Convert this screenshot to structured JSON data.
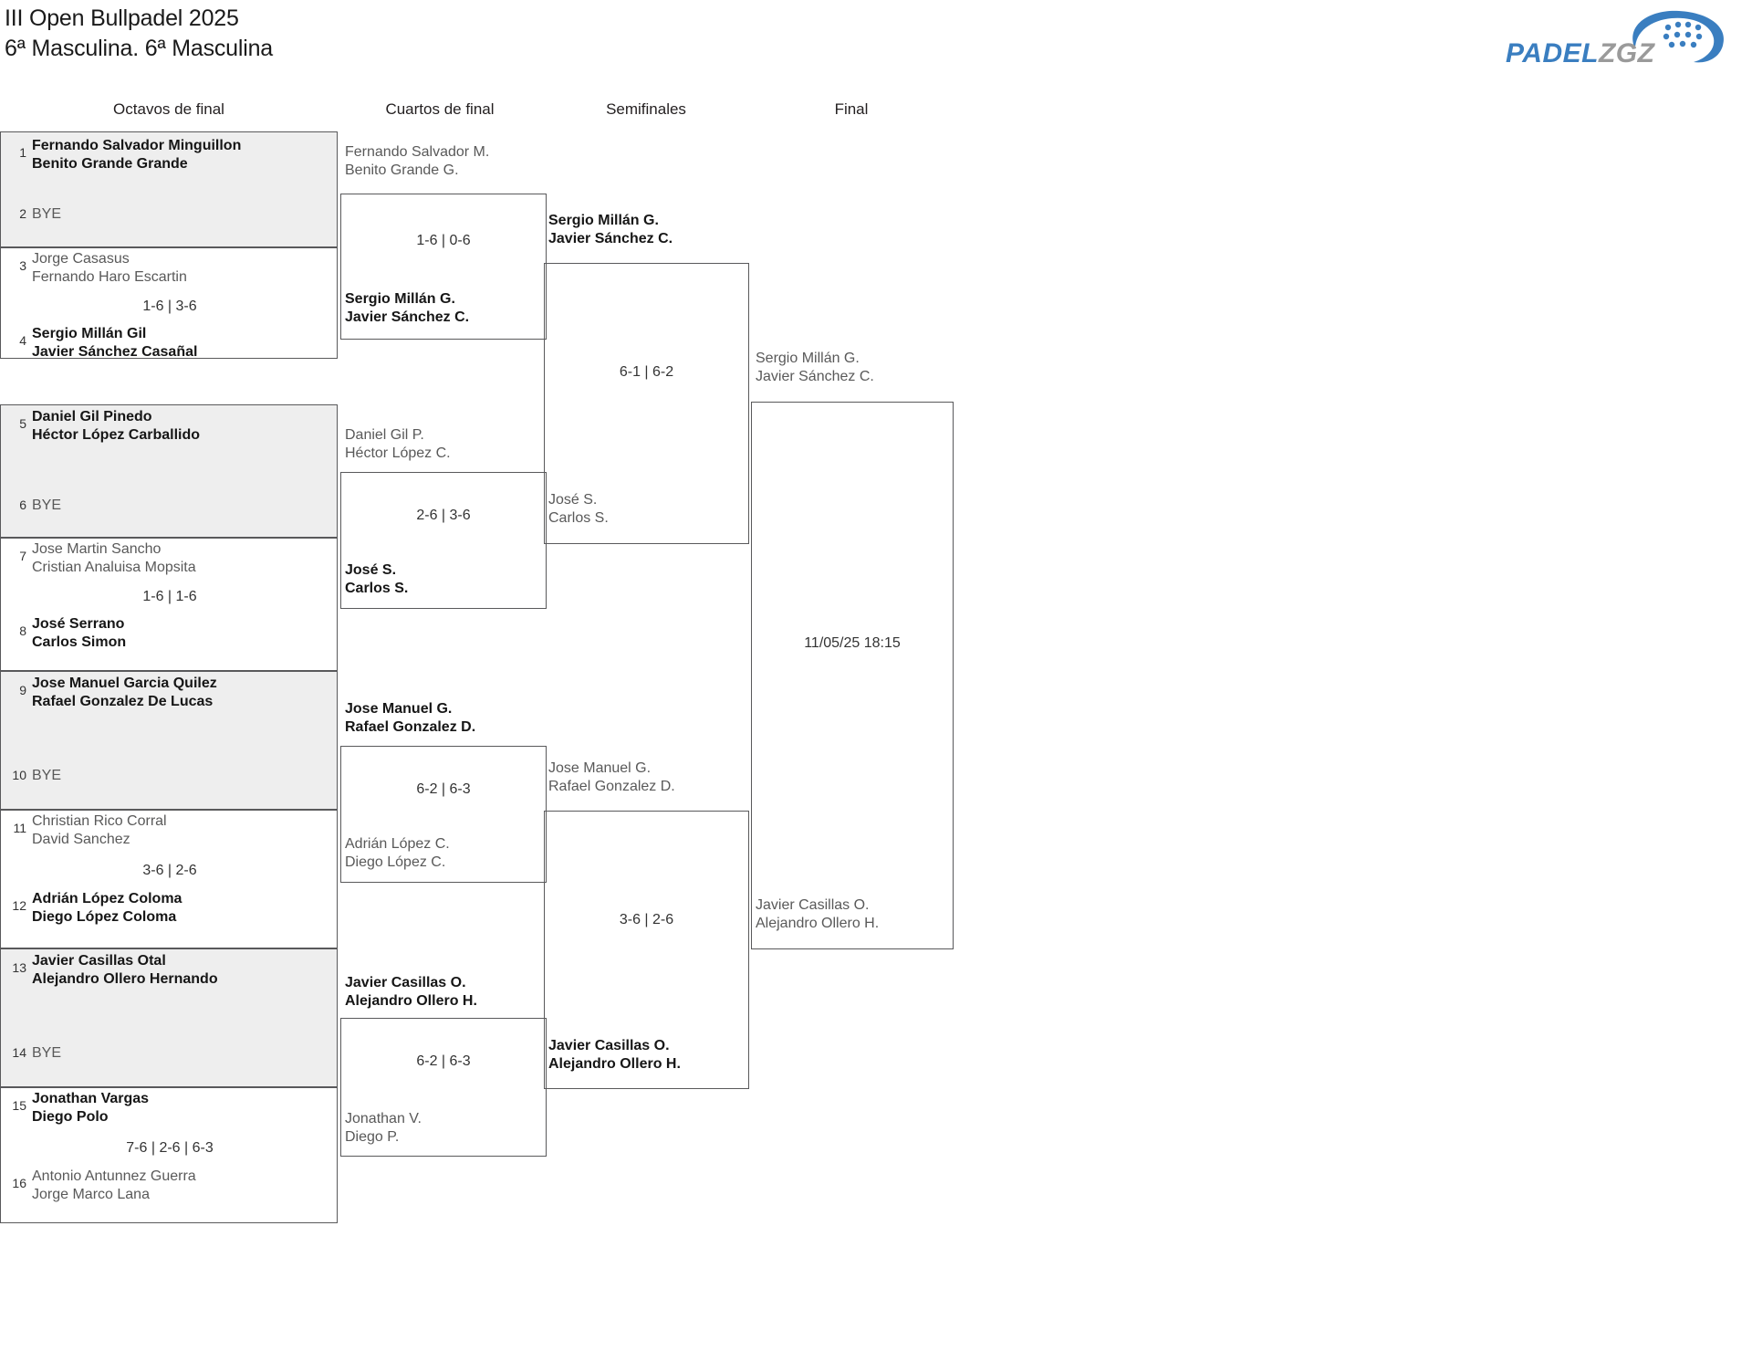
{
  "header": {
    "title_line1": "III Open Bullpadel 2025",
    "title_line2": "6ª Masculina. 6ª Masculina",
    "logo": {
      "name": "padelzgz-logo",
      "word_primary": "PADEL",
      "word_secondary": "ZGZ",
      "color_primary": "#3a7ec0",
      "color_secondary": "#9a9a9a"
    }
  },
  "rounds": [
    {
      "label": "Octavos de final"
    },
    {
      "label": "Cuartos de final"
    },
    {
      "label": "Semifinales"
    },
    {
      "label": "Final"
    }
  ],
  "bracket": {
    "round_of_16": [
      {
        "seed_top": "1",
        "team_top": {
          "p1": "Fernando Salvador Minguillon",
          "p2": "Benito Grande Grande",
          "winner": true
        },
        "seed_bottom": "2",
        "team_bottom": {
          "bye": "BYE",
          "winner": false
        },
        "score": ""
      },
      {
        "seed_top": "3",
        "team_top": {
          "p1": "Jorge Casasus",
          "p2": "Fernando Haro Escartin",
          "winner": false
        },
        "seed_bottom": "4",
        "team_bottom": {
          "p1": "Sergio Millán Gil",
          "p2": "Javier Sánchez Casañal",
          "winner": true
        },
        "score": "1-6 | 3-6"
      },
      {
        "seed_top": "5",
        "team_top": {
          "p1": "Daniel Gil Pinedo",
          "p2": "Héctor López Carballido",
          "winner": true
        },
        "seed_bottom": "6",
        "team_bottom": {
          "bye": "BYE",
          "winner": false
        },
        "score": ""
      },
      {
        "seed_top": "7",
        "team_top": {
          "p1": "Jose Martin Sancho",
          "p2": "Cristian Analuisa Mopsita",
          "winner": false
        },
        "seed_bottom": "8",
        "team_bottom": {
          "p1": "José Serrano",
          "p2": "Carlos Simon",
          "winner": true
        },
        "score": "1-6 | 1-6"
      },
      {
        "seed_top": "9",
        "team_top": {
          "p1": "Jose Manuel Garcia Quilez",
          "p2": "Rafael Gonzalez De Lucas",
          "winner": true
        },
        "seed_bottom": "10",
        "team_bottom": {
          "bye": "BYE",
          "winner": false
        },
        "score": ""
      },
      {
        "seed_top": "11",
        "team_top": {
          "p1": "Christian Rico Corral",
          "p2": "David Sanchez",
          "winner": false
        },
        "seed_bottom": "12",
        "team_bottom": {
          "p1": "Adrián López Coloma",
          "p2": "Diego López Coloma",
          "winner": true
        },
        "score": "3-6 | 2-6"
      },
      {
        "seed_top": "13",
        "team_top": {
          "p1": "Javier Casillas Otal",
          "p2": "Alejandro Ollero Hernando",
          "winner": true
        },
        "seed_bottom": "14",
        "team_bottom": {
          "bye": "BYE",
          "winner": false
        },
        "score": ""
      },
      {
        "seed_top": "15",
        "team_top": {
          "p1": "Jonathan Vargas",
          "p2": "Diego Polo",
          "winner": true
        },
        "seed_bottom": "16",
        "team_bottom": {
          "p1": "Antonio Antunnez Guerra",
          "p2": "Jorge Marco Lana",
          "winner": false
        },
        "score": "7-6 | 2-6 | 6-3"
      }
    ],
    "quarterfinals": [
      {
        "team_top": {
          "p1": "Fernando Salvador M.",
          "p2": "Benito Grande G.",
          "winner": false
        },
        "team_bottom": {
          "p1": "Sergio Millán G.",
          "p2": "Javier Sánchez C.",
          "winner": true
        },
        "score": "1-6 | 0-6"
      },
      {
        "team_top": {
          "p1": "Daniel Gil P.",
          "p2": "Héctor López C.",
          "winner": false
        },
        "team_bottom": {
          "p1": "José S.",
          "p2": "Carlos S.",
          "winner": true
        },
        "score": "2-6 | 3-6"
      },
      {
        "team_top": {
          "p1": "Jose Manuel G.",
          "p2": "Rafael Gonzalez D.",
          "winner": true
        },
        "team_bottom": {
          "p1": "Adrián López C.",
          "p2": "Diego López C.",
          "winner": false
        },
        "score": "6-2 | 6-3"
      },
      {
        "team_top": {
          "p1": "Javier Casillas O.",
          "p2": "Alejandro Ollero H.",
          "winner": true
        },
        "team_bottom": {
          "p1": "Jonathan V.",
          "p2": "Diego P.",
          "winner": false
        },
        "score": "6-2 | 6-3"
      }
    ],
    "semifinals": [
      {
        "team_top": {
          "p1": "Sergio Millán G.",
          "p2": "Javier Sánchez C.",
          "winner": true
        },
        "team_bottom": {
          "p1": "José S.",
          "p2": "Carlos S.",
          "winner": false
        },
        "score": "6-1 | 6-2"
      },
      {
        "team_top": {
          "p1": "Jose Manuel G.",
          "p2": "Rafael Gonzalez D.",
          "winner": false
        },
        "team_bottom": {
          "p1": "Javier Casillas O.",
          "p2": "Alejandro Ollero H.",
          "winner": true
        },
        "score": "3-6 | 2-6"
      }
    ],
    "final": {
      "team_top": {
        "p1": "Sergio Millán G.",
        "p2": "Javier Sánchez C.",
        "winner": false
      },
      "team_bottom": {
        "p1": "Javier Casillas O.",
        "p2": "Alejandro Ollero H.",
        "winner": false
      },
      "schedule": "11/05/25 18:15"
    }
  }
}
